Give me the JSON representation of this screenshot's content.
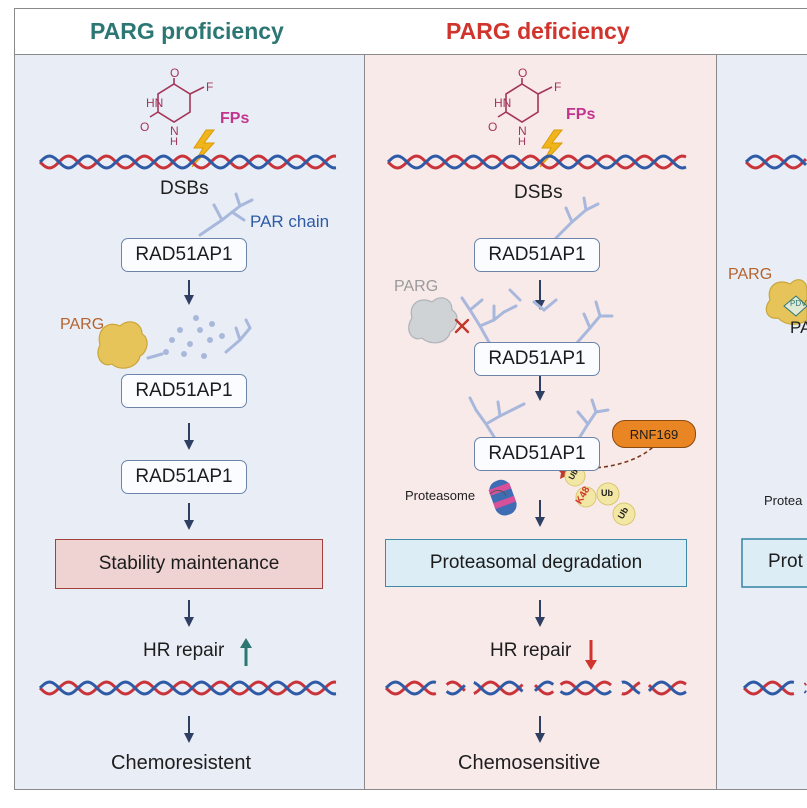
{
  "columns": {
    "proficiency": {
      "title": "PARG proficiency",
      "fps": "FPs",
      "dsbs": "DSBs",
      "par_chain": "PAR chain",
      "parg": "PARG",
      "rad51ap1": "RAD51AP1",
      "outcome_box": "Stability maintenance",
      "hr_repair": "HR repair",
      "result": "Chemoresistent"
    },
    "deficiency": {
      "title": "PARG deficiency",
      "fps": "FPs",
      "dsbs": "DSBs",
      "parg": "PARG",
      "rad51ap1": "RAD51AP1",
      "rnf169": "RNF169",
      "proteasome": "Proteasome",
      "k48": "K48",
      "ub": "Ub",
      "outcome_box": "Proteasomal degradation",
      "hr_repair": "HR repair",
      "result": "Chemosensitive"
    },
    "third": {
      "parg": "PARG",
      "pdv": "PDV",
      "pa": "PA",
      "protea": "Protea",
      "prot": "Prot"
    }
  },
  "molecule_atoms": {
    "o": "O",
    "hn": "HN",
    "nh": "N",
    "h": "H",
    "f": "F"
  },
  "colors": {
    "proficiency_title": "#2c7774",
    "deficiency_title": "#d0342c",
    "panel_blue": "#e9eef6",
    "panel_pink": "#f9eaea",
    "arrow_dark": "#2e3f63",
    "arrow_up": "#2c7774",
    "arrow_down": "#d0342c",
    "dna_red": "#c9343a",
    "dna_blue": "#2e5aa6",
    "par_chain": "#a8b8dc",
    "parg_yellow": "#e7c45a",
    "rnf169_orange": "#e98522",
    "maintenance_box": "#efd2d2",
    "degradation_box": "#dcedf6"
  },
  "icons": [
    "lightning-icon",
    "parg-enzyme-icon",
    "par-chain-icon",
    "proteasome-icon",
    "ubiquitin-icon",
    "dna-helix-icon",
    "down-arrow-icon",
    "up-arrow-icon",
    "inhibit-x-icon"
  ]
}
